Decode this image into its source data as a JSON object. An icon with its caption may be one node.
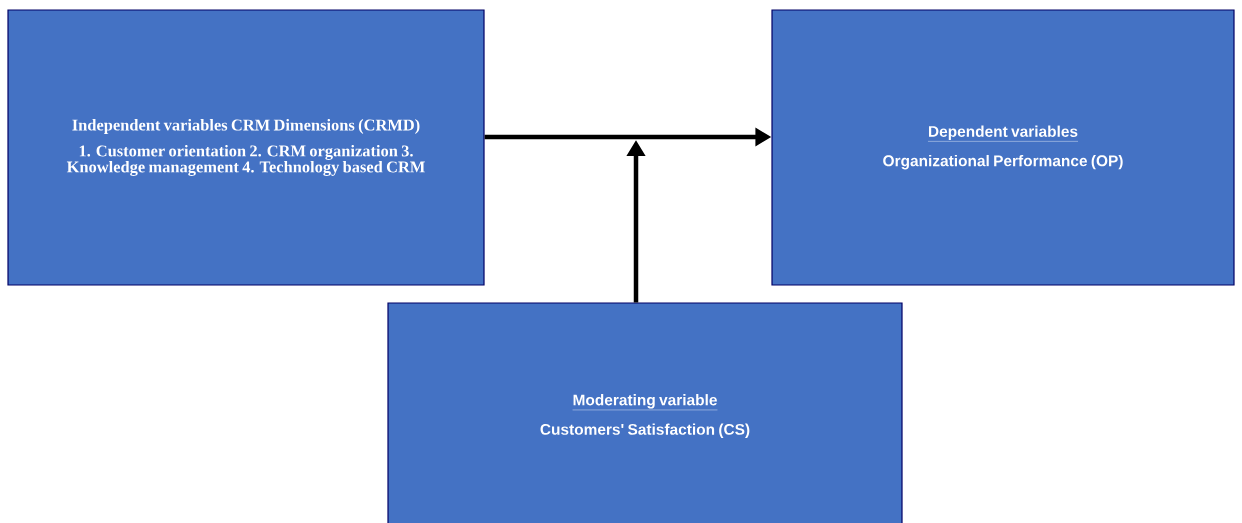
{
  "diagram": {
    "nodes": [
      {
        "text": [
          "Independent variables CRM Dimensions (CRMD)",
          "1. Customer orientation  2.  CRM organization 3.  Knowledge management  4. Technology based CRM"
        ]
      },
      {
        "text": [
          "Dependent variables",
          "Organizational Performance (OP)"
        ]
      },
      {
        "text": [
          "Moderating variable",
          "Customers' Satisfaction (CS)"
        ]
      }
    ],
    "edges": [
      {
        "from": 0,
        "to": 1,
        "arrow": "to"
      },
      {
        "from": 2,
        "to": null,
        "arrow": "to"
      }
    ]
  }
}
